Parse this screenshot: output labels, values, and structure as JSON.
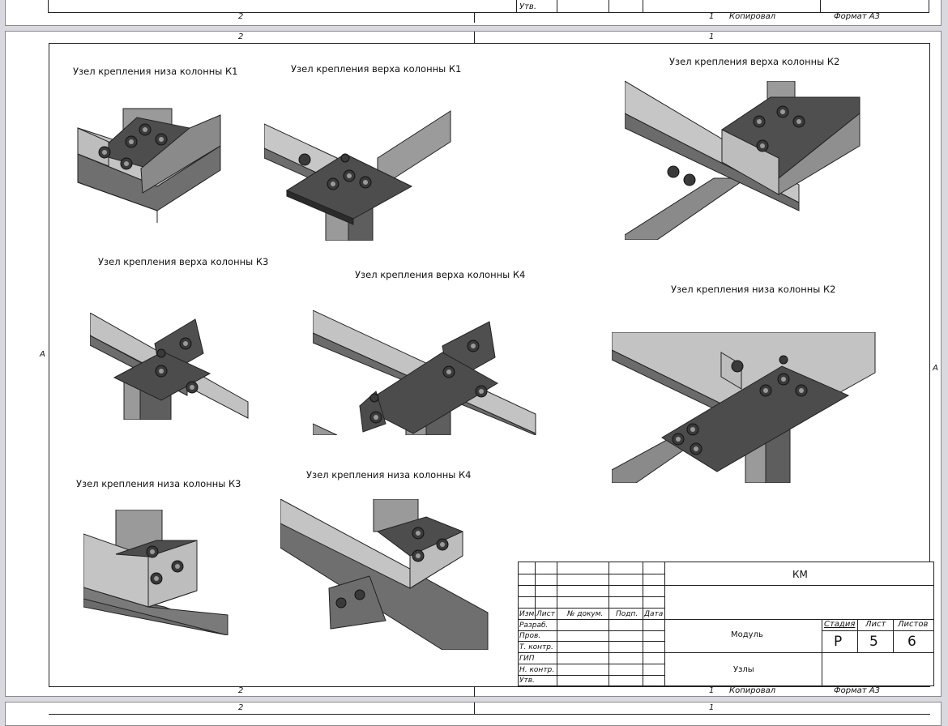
{
  "sheet": {
    "zone_numbers": {
      "left": "2",
      "right": "1"
    },
    "zone_letter": "A",
    "copied_label": "Копировал",
    "format_label": "Формат А3"
  },
  "prev_sheet": {
    "approved_row": "Утв."
  },
  "views": [
    {
      "title": "Узел крепления низа колонны К1",
      "icon": "node-bottom-k1"
    },
    {
      "title": "Узел крепления верха колонны К1",
      "icon": "node-top-k1"
    },
    {
      "title": "Узел крепления верха колонны К2",
      "icon": "node-top-k2"
    },
    {
      "title": "Узел крепления верха колонны К3",
      "icon": "node-top-k3"
    },
    {
      "title": "Узел крепления верха колонны К4",
      "icon": "node-top-k4"
    },
    {
      "title": "Узел крепления низа колонны К2",
      "icon": "node-bottom-k2"
    },
    {
      "title": "Узел крепления низа колонны К3",
      "icon": "node-bottom-k3"
    },
    {
      "title": "Узел крепления низа колонны К4",
      "icon": "node-bottom-k4"
    }
  ],
  "title_block": {
    "code": "КМ",
    "headers": {
      "izm": "Изм.",
      "list": "Лист",
      "doc": "№ докум.",
      "sign": "Подп.",
      "date": "Дата"
    },
    "roles": [
      "Разраб.",
      "Пров.",
      "Т. контр.",
      "ГИП",
      "Н. контр.",
      "Утв."
    ],
    "object": "Модуль",
    "sheet_name": "Узлы",
    "stage_header": "Стадия",
    "sheet_header": "Лист",
    "sheets_header": "Листов",
    "stage": "Р",
    "sheet_number": "5",
    "sheets_total": "6"
  }
}
